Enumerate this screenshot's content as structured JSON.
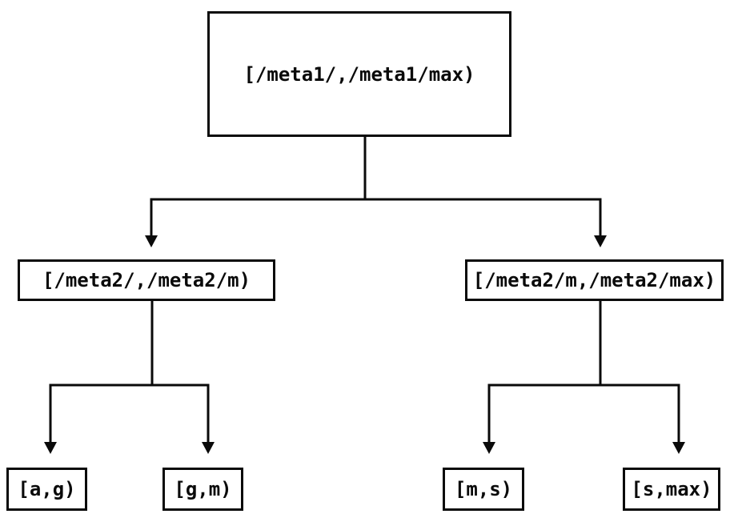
{
  "diagram": {
    "root": {
      "label": "[/meta1/,/meta1/max)"
    },
    "children": [
      {
        "label": "[/meta2/,/meta2/m)",
        "children": [
          {
            "label": "[a,g)"
          },
          {
            "label": "[g,m)"
          }
        ]
      },
      {
        "label": "[/meta2/m,/meta2/max)",
        "children": [
          {
            "label": "[m,s)"
          },
          {
            "label": "[s,max)"
          }
        ]
      }
    ],
    "colors": {
      "line": "#0a0a0a",
      "text": "#0a0a0a",
      "background": "#ffffff"
    }
  }
}
